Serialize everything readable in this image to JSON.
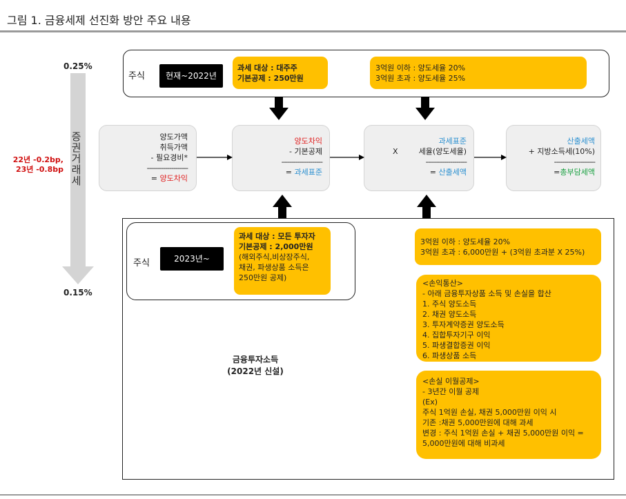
{
  "title": "그림 1. 금융세제 선진화 방안 주요 내용",
  "left_axis": {
    "top_pct": "0.25%",
    "bottom_pct": "0.15%",
    "label": "증권거래세",
    "change_line1": "22년 -0.2bp,",
    "change_line2": "23년 -0.8bp"
  },
  "top_section": {
    "label": "주식",
    "period": "현재~2022년",
    "target_line1": "과세 대상 : 대주주",
    "target_line2": "기본공제 : 250만원",
    "rate_line1": "3억원 이하 : 양도세율 20%",
    "rate_line2": "3억원 초과 : 양도세율 25%"
  },
  "flow": {
    "box1": {
      "l1": "양도가액",
      "l2": "취득가액",
      "l3": "-    필요경비*",
      "sep": "--------------------",
      "res_prefix": "= ",
      "res": "양도차익"
    },
    "box2": {
      "l1": "양도차익",
      "l2": "- 기본공제",
      "sep": "--------------------",
      "res_prefix": "= ",
      "res": "과세표준"
    },
    "box3": {
      "l1": "과세표준",
      "l2_x": "X",
      "l2": "세율(양도세율)",
      "sep": "--------------------",
      "res_prefix": "= ",
      "res": "산출세액"
    },
    "box4": {
      "l1": "산출세액",
      "l2": "+ 지방소득세(10%)",
      "sep": "--------------------",
      "res_prefix": "=",
      "res": "총부담세액"
    }
  },
  "bottom_section": {
    "label": "주식",
    "period": "2023년~",
    "target_line1": "과세 대상 : 모든 투자자",
    "target_line2": "기본공제 : 2,000만원",
    "target_line3": "(해외주식,비상장주식,",
    "target_line4": "채권, 파생상품 소득은",
    "target_line5": "250만원 공제)",
    "center_line1": "금융투자소득",
    "center_line2": "(2022년 신설)",
    "rate_line1": "3억원 이하 : 양도세율 20%",
    "rate_line2": "3억원 초과 : 6,000만원 + (3억원 초과분 X 25%)",
    "netting": {
      "title": "<손익통산>",
      "desc": "- 아래 금융투자상품 소득 및 손실을 합산",
      "items": [
        "1. 주식 양도소득",
        "2. 채권 양도소득",
        "3. 투자계약증권 양도소득",
        "4. 집합투자기구 이익",
        "5. 파생결합증권 이익",
        "6. 파생상품 소득"
      ]
    },
    "carry": {
      "title": "<손실 이월공제>",
      "l1": "- 3년간 이월 공제",
      "l2": "(Ex)",
      "l3": "주식 1억원 손실, 채권 5,000만원 이익 시",
      "l4": "기존 :채권 5,000만원에 대해 과세",
      "l5": "변경 : 주식 1억원 손실 + 채권 5,000만원 이익 =",
      "l6": "5,000만원에 대해 비과세"
    }
  },
  "colors": {
    "accent": "#ffc000",
    "red": "#e02020",
    "blue": "#2a8fd0",
    "green": "#18a040"
  }
}
